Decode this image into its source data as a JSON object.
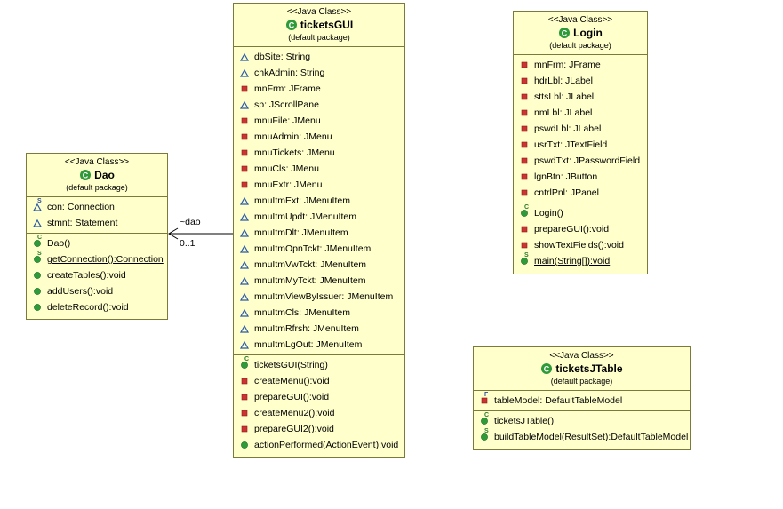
{
  "classes": {
    "dao": {
      "stereotype": "<<Java Class>>",
      "name": "Dao",
      "package": "(default package)",
      "attributes": [
        {
          "text": "con: Connection",
          "vis": "package-static"
        },
        {
          "text": "stmnt: Statement",
          "vis": "package"
        }
      ],
      "methods": [
        {
          "text": "Dao()",
          "vis": "public-constructor"
        },
        {
          "text": "getConnection():Connection",
          "vis": "public-static"
        },
        {
          "text": "createTables():void",
          "vis": "public"
        },
        {
          "text": "addUsers():void",
          "vis": "public"
        },
        {
          "text": "deleteRecord():void",
          "vis": "public"
        }
      ]
    },
    "ticketsGUI": {
      "stereotype": "<<Java Class>>",
      "name": "ticketsGUI",
      "package": "(default package)",
      "attributes": [
        {
          "text": "dbSite: String",
          "vis": "package"
        },
        {
          "text": "chkAdmin: String",
          "vis": "package"
        },
        {
          "text": "mnFrm: JFrame",
          "vis": "private"
        },
        {
          "text": "sp: JScrollPane",
          "vis": "package"
        },
        {
          "text": "mnuFile: JMenu",
          "vis": "private"
        },
        {
          "text": "mnuAdmin: JMenu",
          "vis": "private"
        },
        {
          "text": "mnuTickets: JMenu",
          "vis": "private"
        },
        {
          "text": "mnuCls: JMenu",
          "vis": "private"
        },
        {
          "text": "mnuExtr: JMenu",
          "vis": "private"
        },
        {
          "text": "mnuItmExt: JMenuItem",
          "vis": "package"
        },
        {
          "text": "mnuItmUpdt: JMenuItem",
          "vis": "package"
        },
        {
          "text": "mnuItmDlt: JMenuItem",
          "vis": "package"
        },
        {
          "text": "mnuItmOpnTckt: JMenuItem",
          "vis": "package"
        },
        {
          "text": "mnuItmVwTckt: JMenuItem",
          "vis": "package"
        },
        {
          "text": "mnuItmMyTckt: JMenuItem",
          "vis": "package"
        },
        {
          "text": "mnuItmViewByIssuer: JMenuItem",
          "vis": "package"
        },
        {
          "text": "mnuItmCls: JMenuItem",
          "vis": "package"
        },
        {
          "text": "mnuItmRfrsh: JMenuItem",
          "vis": "package"
        },
        {
          "text": "mnuItmLgOut: JMenuItem",
          "vis": "package"
        }
      ],
      "methods": [
        {
          "text": "ticketsGUI(String)",
          "vis": "public-constructor"
        },
        {
          "text": "createMenu():void",
          "vis": "private"
        },
        {
          "text": "prepareGUI():void",
          "vis": "private"
        },
        {
          "text": "createMenu2():void",
          "vis": "private"
        },
        {
          "text": "prepareGUI2():void",
          "vis": "private"
        },
        {
          "text": "actionPerformed(ActionEvent):void",
          "vis": "public"
        }
      ]
    },
    "login": {
      "stereotype": "<<Java Class>>",
      "name": "Login",
      "package": "(default package)",
      "attributes": [
        {
          "text": "mnFrm: JFrame",
          "vis": "private"
        },
        {
          "text": "hdrLbl: JLabel",
          "vis": "private"
        },
        {
          "text": "sttsLbl: JLabel",
          "vis": "private"
        },
        {
          "text": "nmLbl: JLabel",
          "vis": "private"
        },
        {
          "text": "pswdLbl: JLabel",
          "vis": "private"
        },
        {
          "text": "usrTxt: JTextField",
          "vis": "private"
        },
        {
          "text": "pswdTxt: JPasswordField",
          "vis": "private"
        },
        {
          "text": "lgnBtn: JButton",
          "vis": "private"
        },
        {
          "text": "cntrlPnl: JPanel",
          "vis": "private"
        }
      ],
      "methods": [
        {
          "text": "Login()",
          "vis": "public-constructor"
        },
        {
          "text": "prepareGUI():void",
          "vis": "private"
        },
        {
          "text": "showTextFields():void",
          "vis": "private"
        },
        {
          "text": "main(String[]):void",
          "vis": "public-static"
        }
      ]
    },
    "ticketsJTable": {
      "stereotype": "<<Java Class>>",
      "name": "ticketsJTable",
      "package": "(default package)",
      "attributes": [
        {
          "text": "tableModel: DefaultTableModel",
          "vis": "private-final"
        }
      ],
      "methods": [
        {
          "text": "ticketsJTable()",
          "vis": "public-constructor"
        },
        {
          "text": "buildTableModel(ResultSet):DefaultTableModel",
          "vis": "public-static"
        }
      ]
    }
  },
  "association": {
    "role": "~dao",
    "multiplicity": "0..1"
  },
  "colors": {
    "class_fill": "#ffffcc",
    "class_border": "#7a7a3a",
    "public": "#2e9a3a",
    "private": "#cc3333",
    "package": "#2a5aa8"
  }
}
